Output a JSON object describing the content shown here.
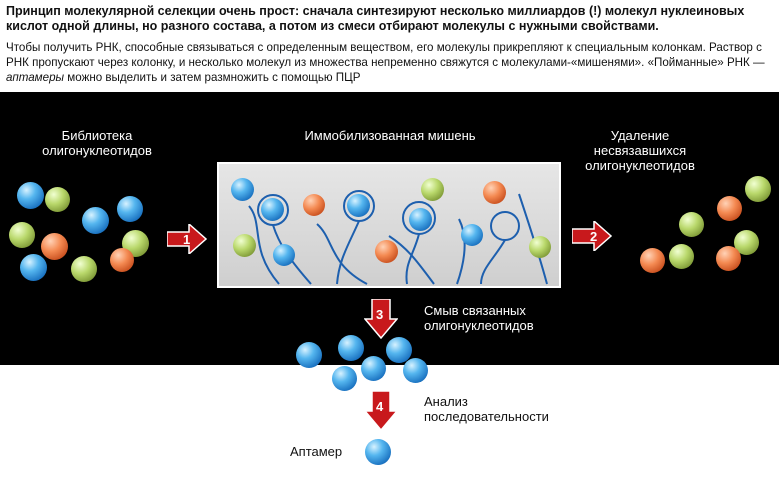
{
  "intro": {
    "bold_text": "Принцип молекулярной селекции очень прост: сначала синтезируют несколько миллиардов (!) молекул нуклеиновых кислот одной длины, но разного состава, а потом из смеси отбирают молекулы с нужными свойствами.",
    "text_before": "Чтобы получить РНК, способные связываться с определенным веществом, его молекулы прикрепляют к специальным колонкам. Раствор с РНК пропускают через колонку, и несколько молекул из множества непременно свяжутся с молекулами-«мишенями». «Пойманные» РНК — ",
    "text_italic": "аптамеры",
    "text_after": " можно выделить и затем размножить с помощью ПЦР"
  },
  "labels": {
    "library": "Библиотека олигонуклеотидов",
    "target": "Иммобилизованная мишень",
    "removal": "Удаление несвязавшихся олигонуклеотидов",
    "wash": "Смыв связанных олигонуклеотидов",
    "analysis": "Анализ последовательности",
    "aptamer": "Аптамер"
  },
  "steps": {
    "s1": "1",
    "s2": "2",
    "s3": "3",
    "s4": "4"
  },
  "colors": {
    "blue": "#2b86d6",
    "green": "#a6c55a",
    "orange": "#e66b32",
    "arrow_red": "#c8191c",
    "linker": "#1d5fae"
  }
}
